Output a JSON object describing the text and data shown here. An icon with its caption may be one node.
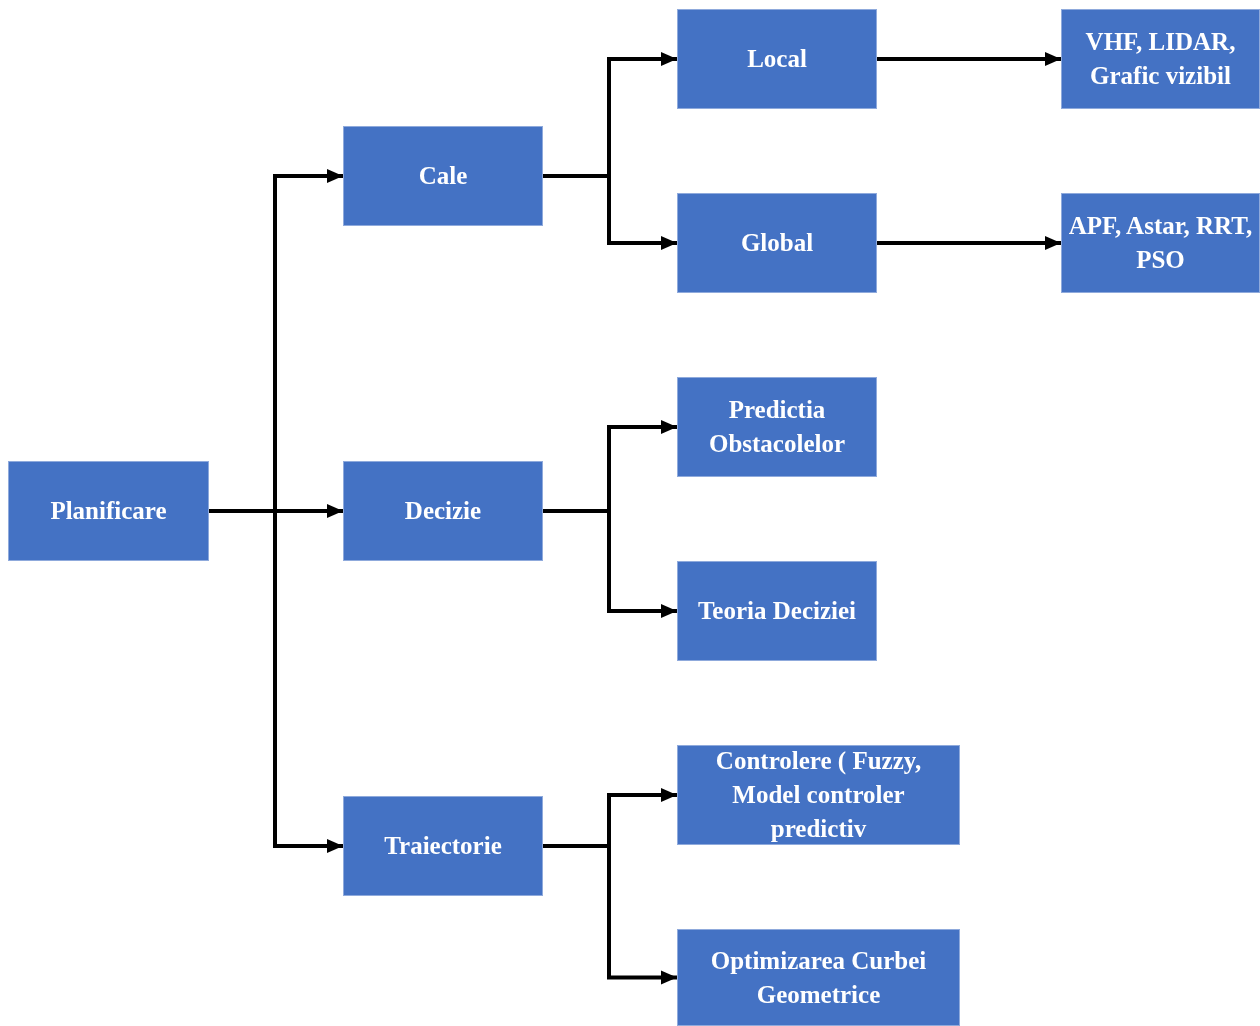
{
  "diagram": {
    "nodes": [
      {
        "text": [
          "Planificare"
        ]
      },
      {
        "text": [
          "Cale"
        ]
      },
      {
        "text": [
          "Decizie"
        ]
      },
      {
        "text": [
          "Traiectorie"
        ]
      },
      {
        "text": [
          "Local"
        ]
      },
      {
        "text": [
          "Global"
        ]
      },
      {
        "text": [
          "Predictia Obstacolelor"
        ]
      },
      {
        "text": [
          "Teoria Deciziei"
        ]
      },
      {
        "text": [
          "Controlere ( Fuzzy, Model controler predictiv"
        ]
      },
      {
        "text": [
          "Optimizarea Curbei Geometrice"
        ]
      },
      {
        "text": [
          "VHF, LIDAR, Grafic vizibil"
        ]
      },
      {
        "text": [
          "APF, Astar, RRT, PSO"
        ]
      }
    ],
    "edges": [
      {
        "from": 0,
        "to": 1,
        "arrow": "to"
      },
      {
        "from": 0,
        "to": 2,
        "arrow": "to"
      },
      {
        "from": 0,
        "to": 3,
        "arrow": "to"
      },
      {
        "from": 1,
        "to": 4,
        "arrow": "to"
      },
      {
        "from": 1,
        "to": 5,
        "arrow": "to"
      },
      {
        "from": 2,
        "to": 6,
        "arrow": "to"
      },
      {
        "from": 2,
        "to": 7,
        "arrow": "to"
      },
      {
        "from": 3,
        "to": 8,
        "arrow": "to"
      },
      {
        "from": 3,
        "to": 9,
        "arrow": "to"
      },
      {
        "from": 4,
        "to": 10,
        "arrow": "to"
      },
      {
        "from": 5,
        "to": 11,
        "arrow": "to"
      }
    ]
  }
}
